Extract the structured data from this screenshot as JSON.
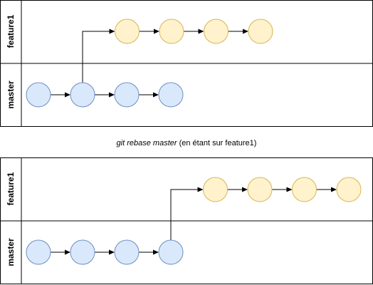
{
  "colors": {
    "border": "#000000",
    "master_fill": "#dae8fc",
    "master_stroke": "#6c8ebf",
    "feature_fill": "#fff2cc",
    "feature_stroke": "#d6b656",
    "arrow": "#000000"
  },
  "before": {
    "lanes": {
      "top": "feature1",
      "bottom": "master"
    },
    "master_commits": 4,
    "feature_commits": 4,
    "branch_from_master_commit": 2
  },
  "caption": {
    "command": "git rebase master",
    "suffix": " (en étant sur feature1)"
  },
  "after": {
    "lanes": {
      "top": "feature1",
      "bottom": "master"
    },
    "master_commits": 4,
    "feature_commits": 4,
    "branch_from_master_commit": 4
  }
}
